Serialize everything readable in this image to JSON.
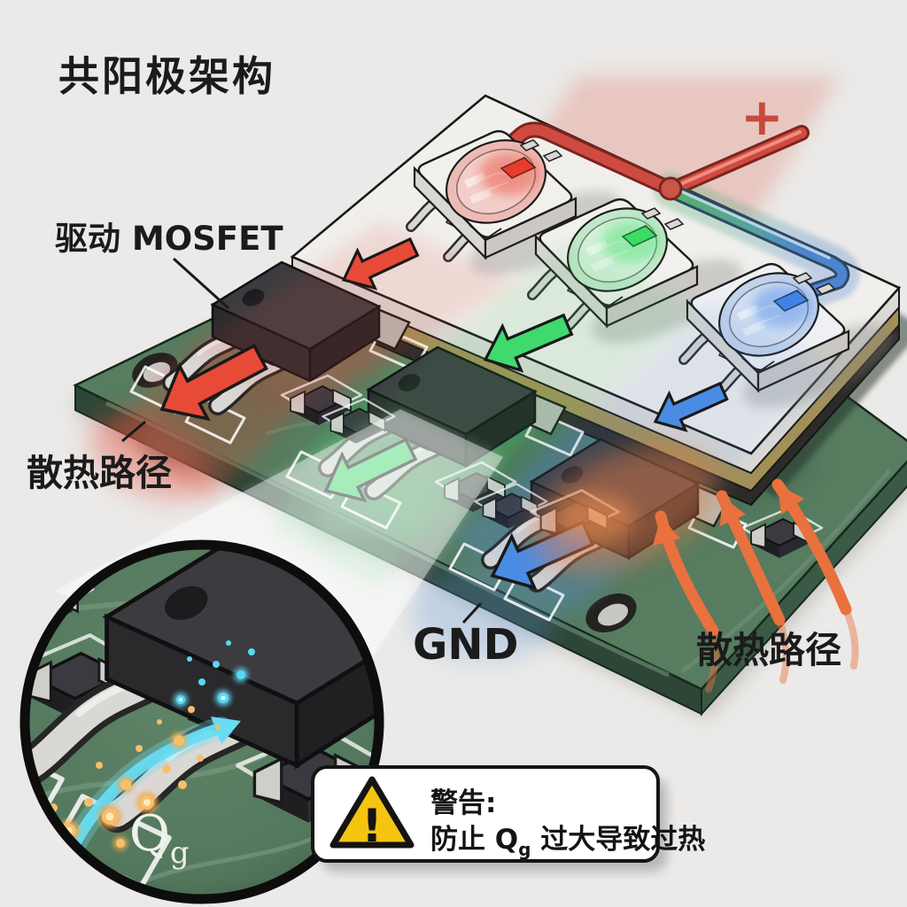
{
  "title": "共阳极架构",
  "scene": {
    "plus_label": "+",
    "gnd_label": "GND",
    "driver_mosfet_label": "驱动 MOSFET",
    "heat_path_left_label": "散热路径",
    "heat_path_right_label": "散热路径"
  },
  "magnifier": {
    "gate_charge_symbol": "Q",
    "gate_charge_subscript": "g"
  },
  "warning": {
    "line1": "警告:",
    "line2_prefix": "防止 Q",
    "line2_subscript": "g",
    "line2_suffix": " 过大导致过热",
    "exclamation": "!"
  },
  "colors": {
    "background": "#ebeae8",
    "pcb_green": "#577c60",
    "substrate_white": "#f1efec",
    "red_channel": "#e84a38",
    "green_channel": "#3fd96e",
    "blue_channel": "#4a8ce4",
    "heat_orange": "#e8713d",
    "warning_yellow": "#f4c411",
    "gate_charge_cyan": "#67dcf2"
  }
}
